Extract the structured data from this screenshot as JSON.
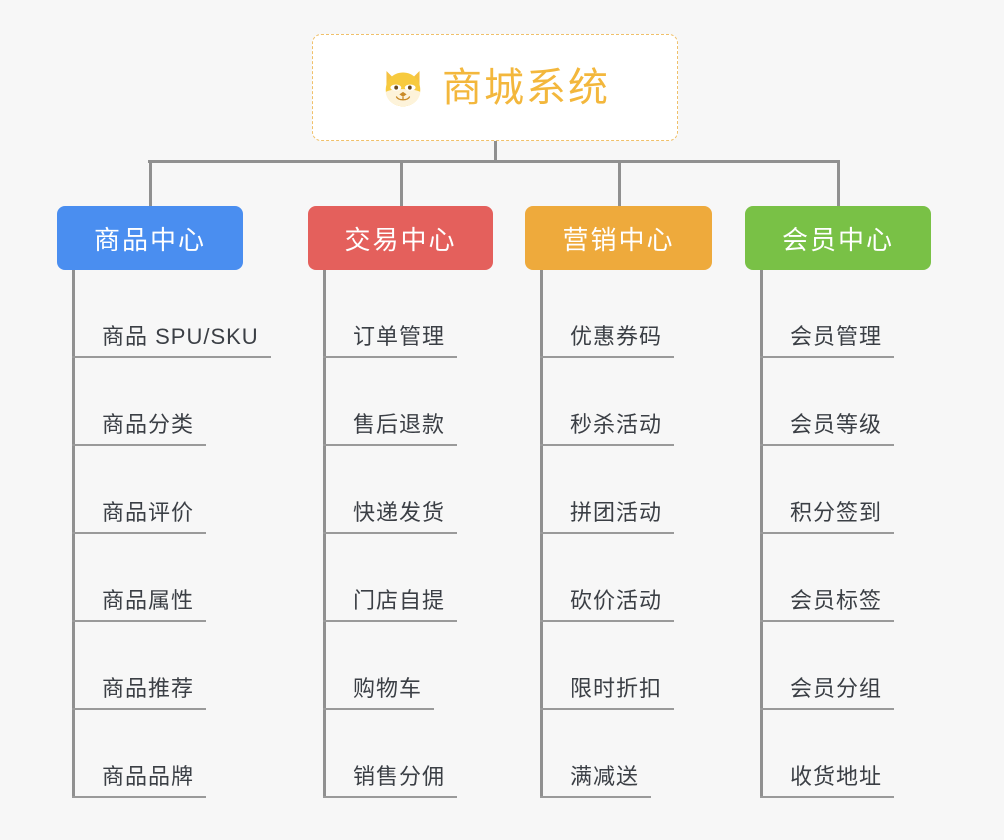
{
  "diagram": {
    "background_color": "#f7f7f7",
    "connector_color": "#909090",
    "root": {
      "title": "商城系统",
      "icon": "dog-face-emoji",
      "text_color": "#f3b73c",
      "border_color": "#f0c06a",
      "background_color": "#ffffff"
    },
    "branches": [
      {
        "label": "商品中心",
        "color": "#4a8ef0",
        "items": [
          "商品 SPU/SKU",
          "商品分类",
          "商品评价",
          "商品属性",
          "商品推荐",
          "商品品牌"
        ]
      },
      {
        "label": "交易中心",
        "color": "#e4605c",
        "items": [
          "订单管理",
          "售后退款",
          "快递发货",
          "门店自提",
          "购物车",
          "销售分佣"
        ]
      },
      {
        "label": "营销中心",
        "color": "#eeaa3c",
        "items": [
          "优惠券码",
          "秒杀活动",
          "拼团活动",
          "砍价活动",
          "限时折扣",
          "满减送"
        ]
      },
      {
        "label": "会员中心",
        "color": "#79c146",
        "items": [
          "会员管理",
          "会员等级",
          "积分签到",
          "会员标签",
          "会员分组",
          "收货地址"
        ]
      }
    ]
  }
}
